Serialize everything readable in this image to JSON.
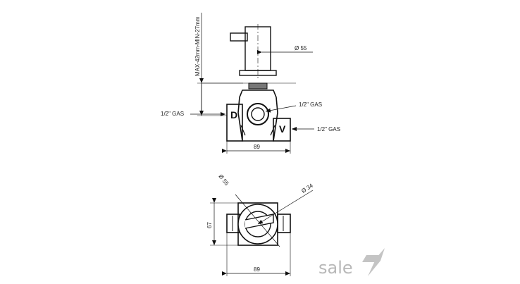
{
  "side_view": {
    "height_dim": "MAX-42mm-MIN-27mm",
    "diameter_label": "Ø 55",
    "left_port_label": "1/2\" GAS",
    "center_port_label": "1/2\" GAS",
    "right_port_label": "1/2\" GAS",
    "left_letter": "D",
    "right_letter": "V",
    "width_dim": "89"
  },
  "top_view": {
    "diameter_large": "Ø 55",
    "diameter_small": "Ø 34",
    "height_dim": "67",
    "width_dim": "89"
  },
  "watermark": {
    "text": "sale",
    "color": "#b8b8b8"
  }
}
